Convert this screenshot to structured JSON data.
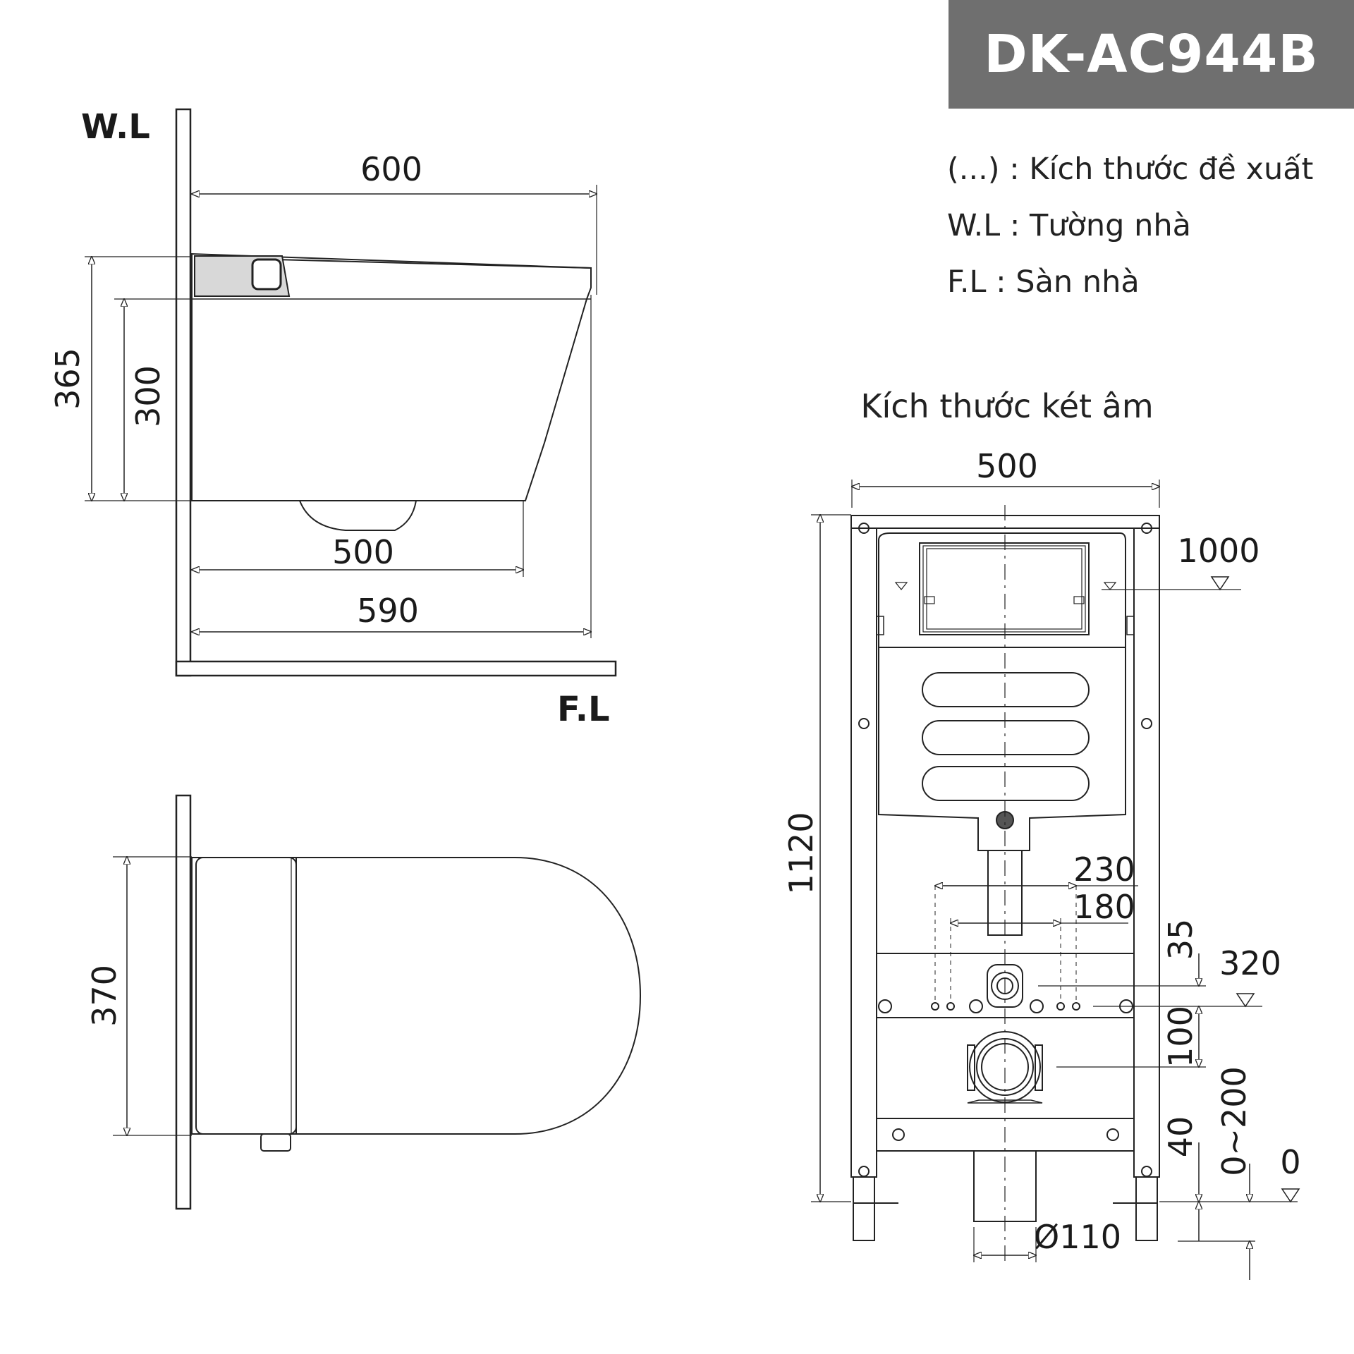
{
  "model": "DK-AC944B",
  "legend": {
    "recommended": "(...) : Kích thước đề xuất",
    "wall": "W.L : Tường nhà",
    "floor": "F.L : Sàn nhà"
  },
  "side_view": {
    "wall_label": "W.L",
    "floor_label": "F.L",
    "dims": {
      "total_length": "600",
      "total_height": "365",
      "body_height": "300",
      "base_length": "500",
      "body_length": "590"
    }
  },
  "top_view": {
    "dims": {
      "width": "370"
    }
  },
  "cistern": {
    "title": "Kích thước két âm",
    "dims": {
      "width": "500",
      "height": "1120",
      "button_height": "1000",
      "bolt_outer": "230",
      "bolt_inner": "180",
      "inlet_offset": "35",
      "bolt_height": "320",
      "outlet_offset": "100",
      "bottom_offset": "40",
      "adjust_range": "0~200",
      "floor_zero": "0",
      "pipe_diameter": "Ø110"
    }
  }
}
